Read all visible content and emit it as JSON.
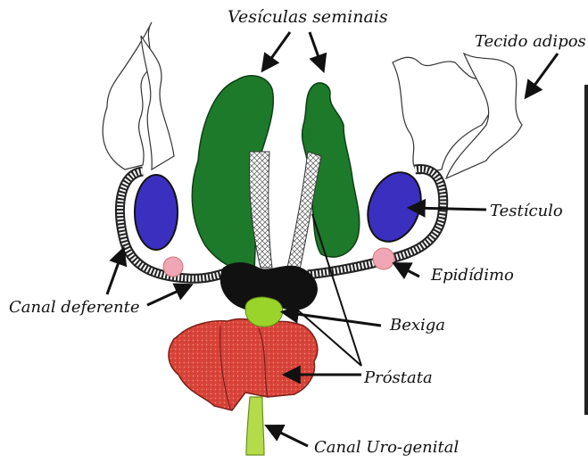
{
  "labels": {
    "vesiculas_seminais": "Vesículas seminais",
    "tecido_adiposo": "Tecido adipos",
    "testiculo": "Testículo",
    "epididimo": "Epidídimo",
    "canal_deferente": "Canal deferente",
    "bexiga": "Bexiga",
    "prostata": "Próstata",
    "canal_uro_genital": "Canal Uro-genital"
  },
  "colors": {
    "seminal_vesicle": "#1e7a2b",
    "testis": "#3b2fc0",
    "epididymis": "#f0a6b4",
    "bladder": "#9ad42a",
    "prostate": "#d9443a",
    "urogenital_canal": "#b4dc4a",
    "dark_tissue": "#111111",
    "ink": "#111111"
  }
}
